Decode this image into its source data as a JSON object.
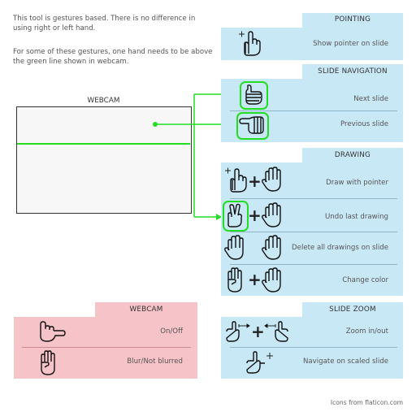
{
  "intro": {
    "line1": "This tool is gestures based. There is no difference in using right or left hand.",
    "line2": "For some of these gestures, one hand needs to be above the green line shown in webcam."
  },
  "webcam_view": {
    "title": "WEBCAM"
  },
  "pointing": {
    "title": "POINTING",
    "rows": [
      {
        "label": "Show pointer on slide",
        "icon": "pointing-hand-icon"
      }
    ]
  },
  "slide_navigation": {
    "title": "SLIDE NAVIGATION",
    "rows": [
      {
        "label": "Next slide",
        "icon": "thumb-up-fist-icon"
      },
      {
        "label": "Previous slide",
        "icon": "thumb-left-fist-icon"
      }
    ]
  },
  "drawing": {
    "title": "DRAWING",
    "rows": [
      {
        "label": "Draw with pointer",
        "icon": "pointing-hand-plus-open-hand-icon"
      },
      {
        "label": "Undo last drawing",
        "icon": "two-fingers-plus-open-hand-icon"
      },
      {
        "label": "Delete all drawings on slide",
        "icon": "two-open-hands-icon"
      },
      {
        "label": "Change color",
        "icon": "four-fingers-plus-open-hand-icon"
      }
    ],
    "plus": "+"
  },
  "webcam_panel": {
    "title": "WEBCAM",
    "rows": [
      {
        "label": "On/Off",
        "icon": "pinky-thumb-hand-icon"
      },
      {
        "label": "Blur/Not blurred",
        "icon": "four-fingers-hand-icon"
      }
    ]
  },
  "slide_zoom": {
    "title": "SLIDE ZOOM",
    "rows": [
      {
        "label": "Zoom in/out",
        "icon": "two-l-hands-icon"
      },
      {
        "label": "Navigate on scaled slide",
        "icon": "l-hand-icon"
      }
    ],
    "plus": "+"
  },
  "credit": "Icons from flaticon.com",
  "colors": {
    "highlight": "#22dd22",
    "blue_panel": "#c9e8f6",
    "pink_panel": "#f5c3c8"
  }
}
